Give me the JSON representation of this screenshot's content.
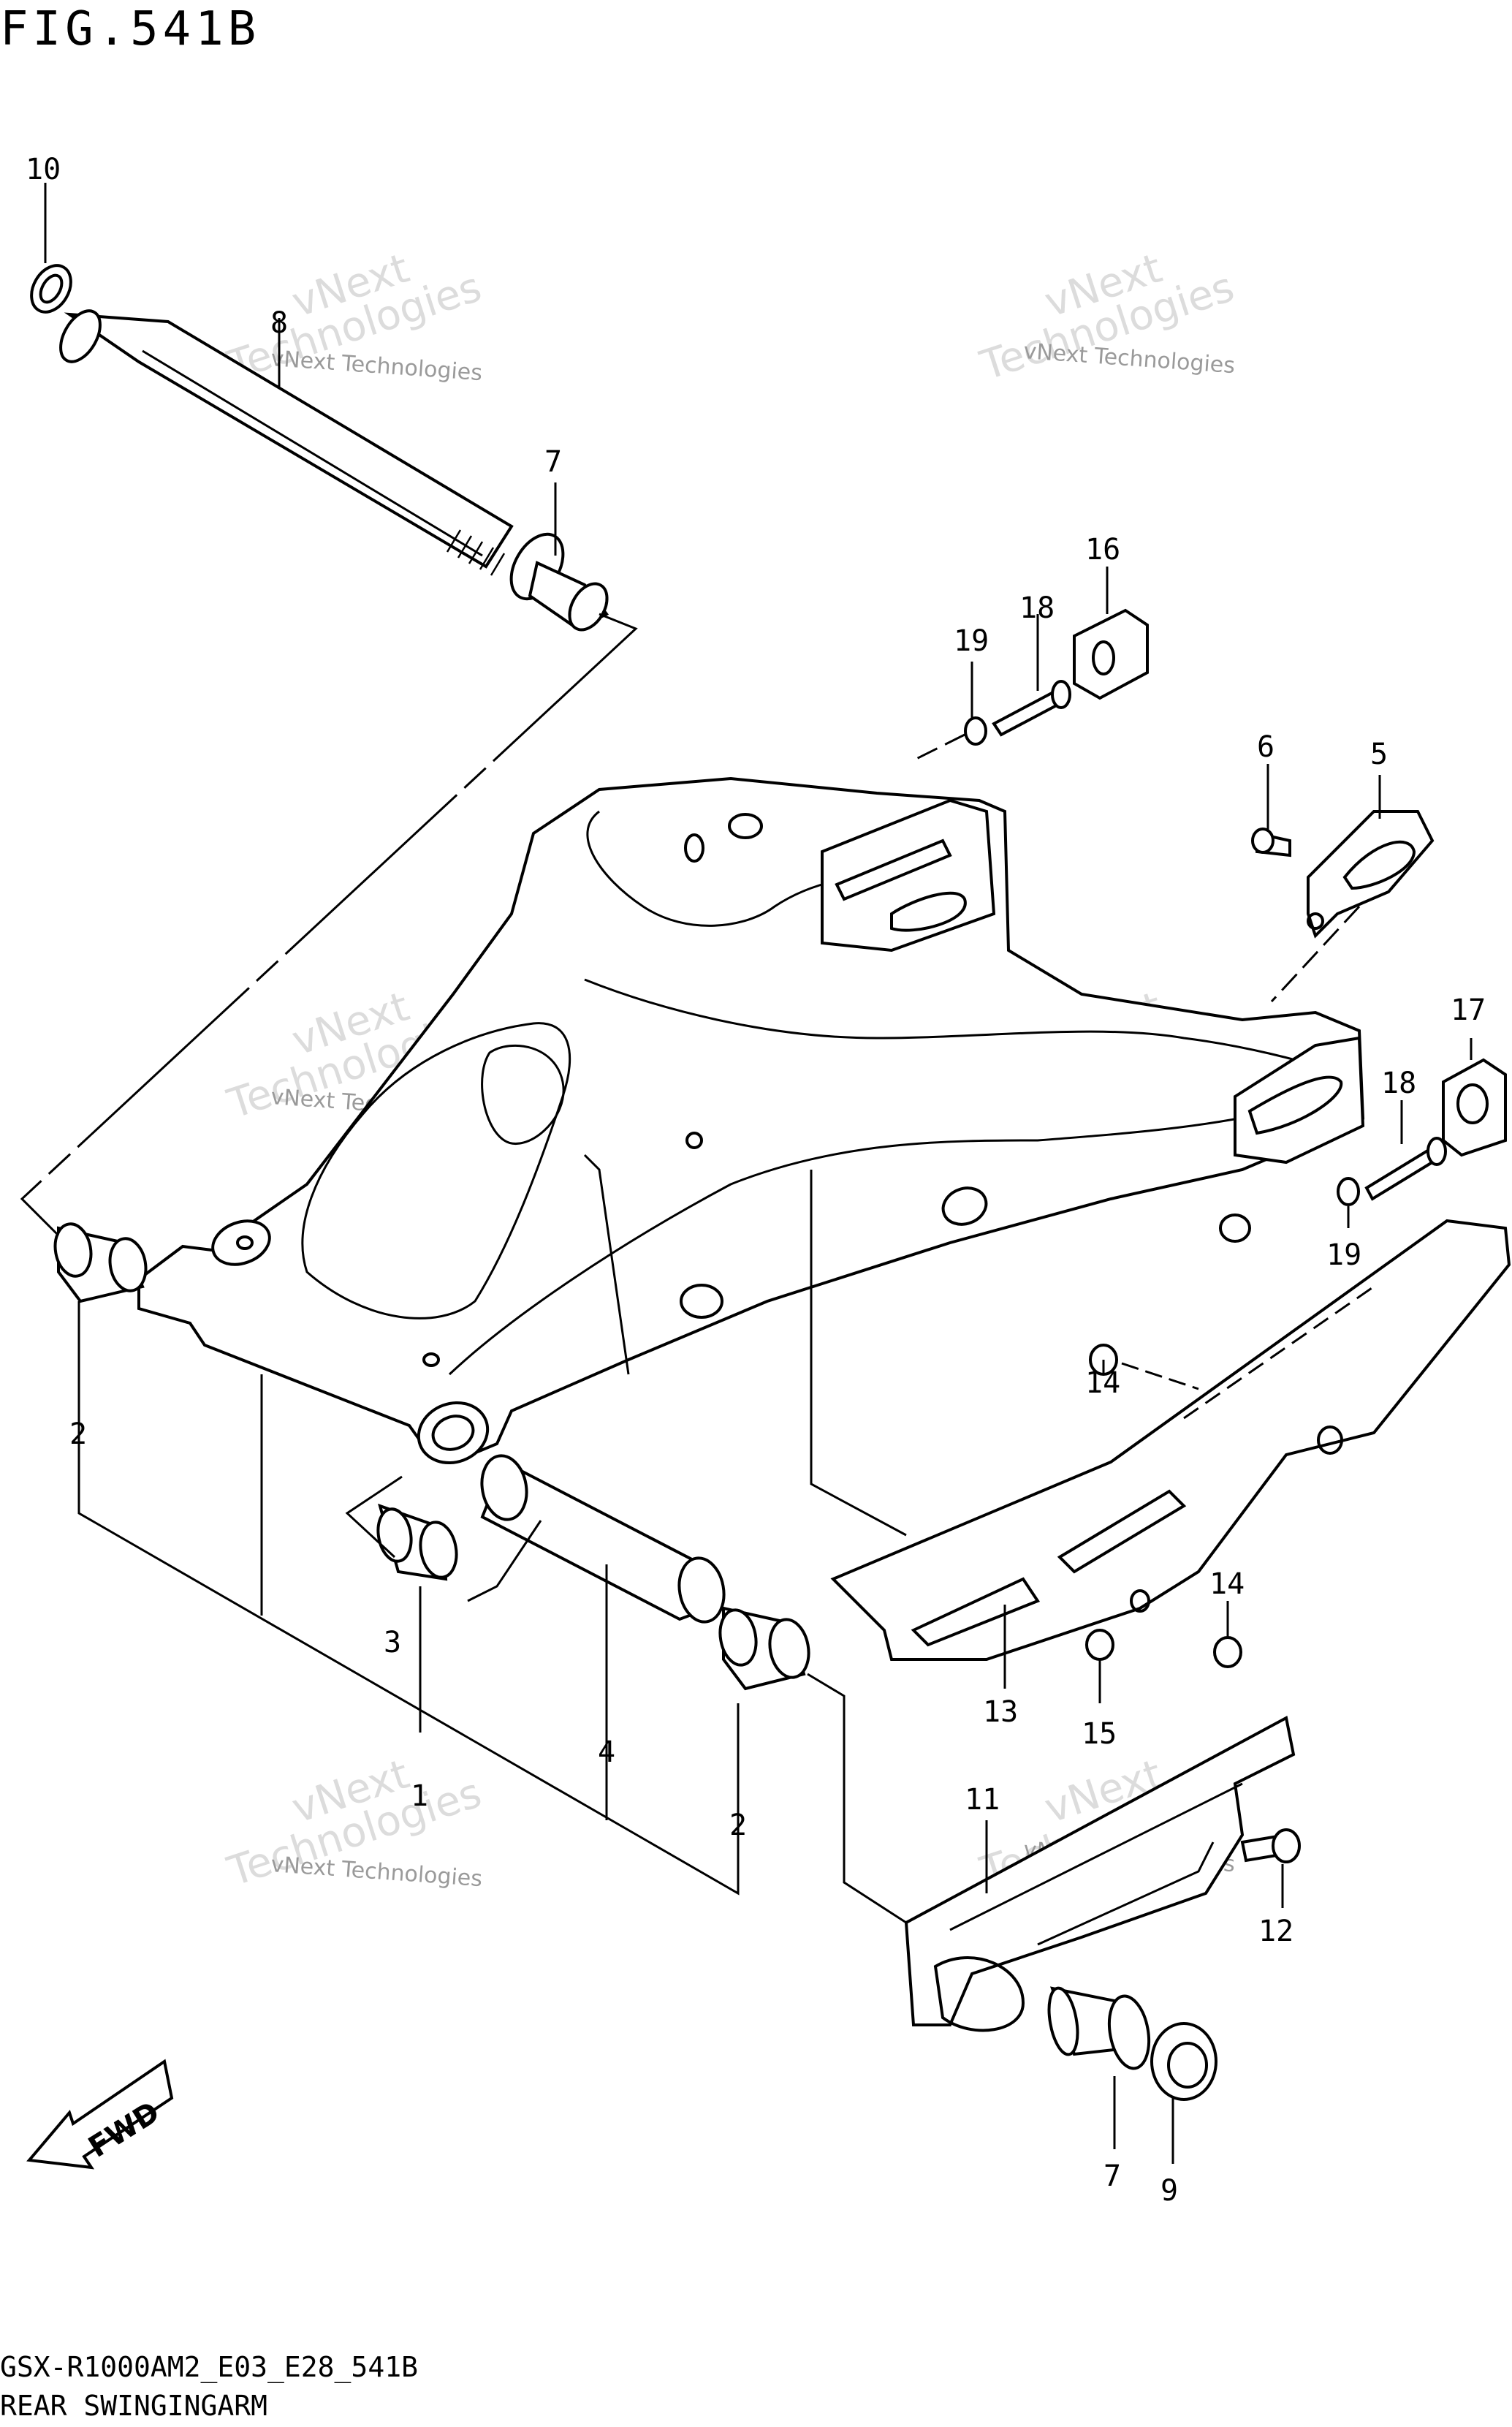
{
  "figure": {
    "title": "FIG.541B",
    "model_code": "GSX-R1000AM2_E03_E28_541B",
    "name": "REAR SWINGINGARM"
  },
  "watermark": {
    "brand": "vNext",
    "text": "vNext Technologies",
    "big": "Technologies"
  },
  "callouts": [
    {
      "id": "10"
    },
    {
      "id": "8"
    },
    {
      "id": "7"
    },
    {
      "id": "16"
    },
    {
      "id": "18"
    },
    {
      "id": "19"
    },
    {
      "id": "6"
    },
    {
      "id": "5"
    },
    {
      "id": "17"
    },
    {
      "id": "18"
    },
    {
      "id": "19"
    },
    {
      "id": "14"
    },
    {
      "id": "2"
    },
    {
      "id": "3"
    },
    {
      "id": "4"
    },
    {
      "id": "1"
    },
    {
      "id": "2"
    },
    {
      "id": "14"
    },
    {
      "id": "13"
    },
    {
      "id": "15"
    },
    {
      "id": "11"
    },
    {
      "id": "12"
    },
    {
      "id": "7"
    },
    {
      "id": "9"
    }
  ],
  "fwd_label": "FWD"
}
